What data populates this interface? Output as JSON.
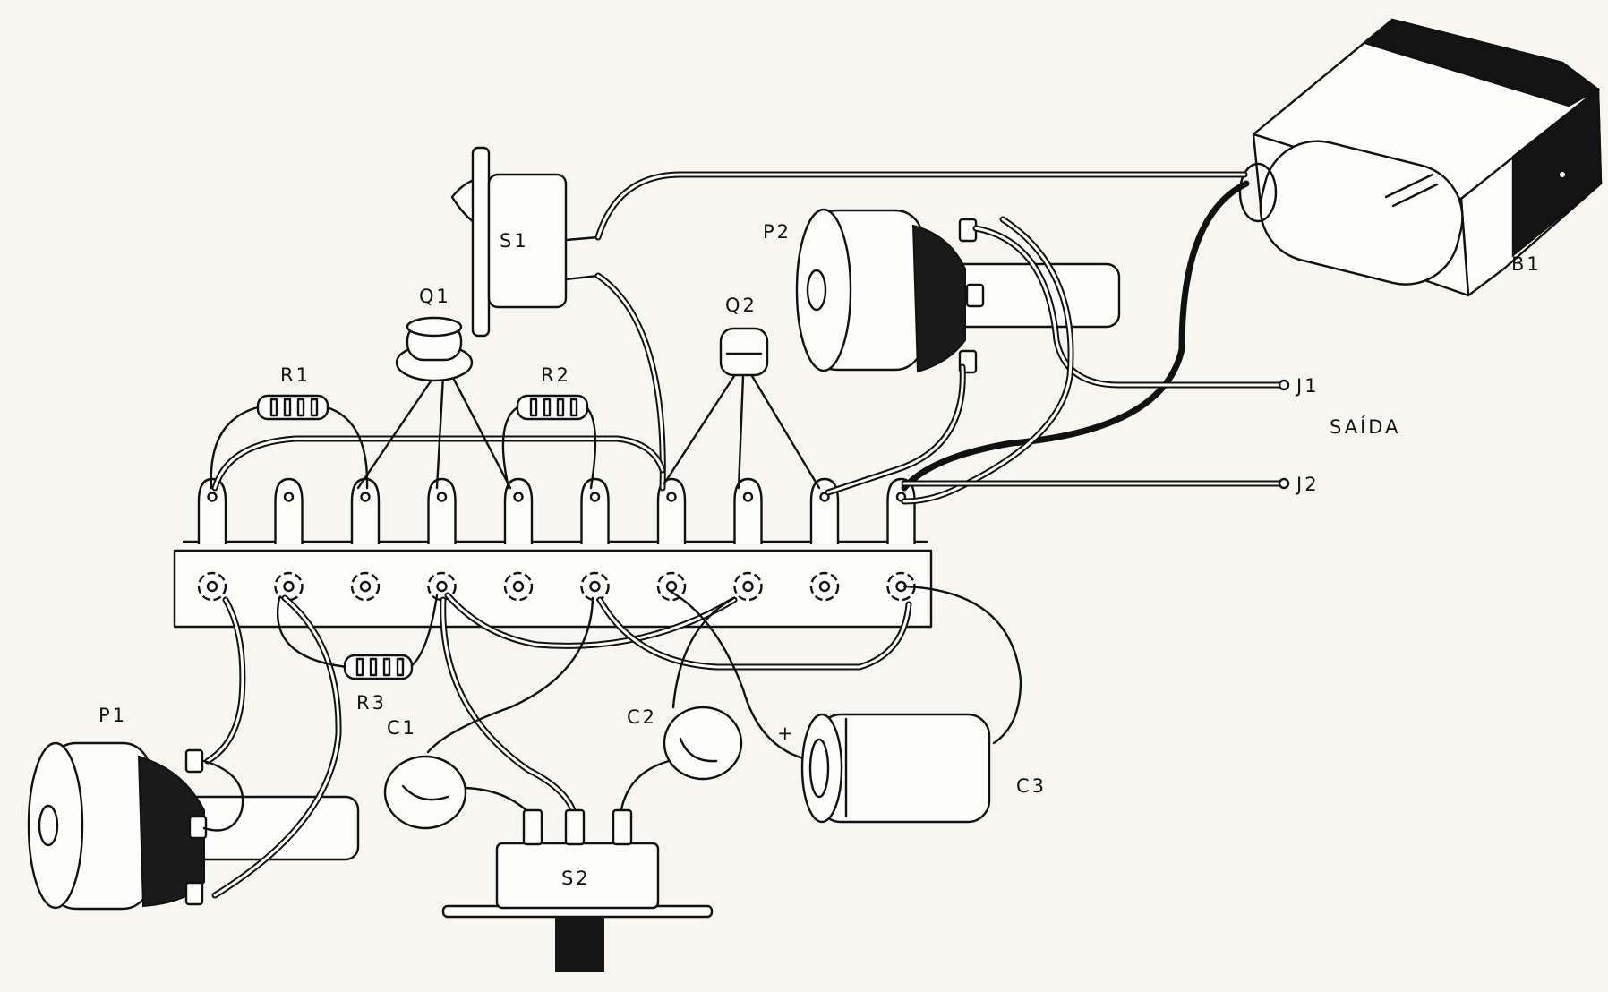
{
  "labels": {
    "s1": "S1",
    "s2": "S2",
    "q1": "Q1",
    "q2": "Q2",
    "r1": "R1",
    "r2": "R2",
    "r3": "R3",
    "p1": "P1",
    "p2": "P2",
    "c1": "C1",
    "c2": "C2",
    "c3": "C3",
    "b1": "B1",
    "j1": "J1",
    "j2": "J2",
    "saida": "SAÍDA",
    "plus": "+"
  },
  "colors": {
    "ink": "#111111",
    "paper": "#f7f6f1",
    "battery_cap": "#141414"
  },
  "terminal_strip": {
    "lug_count": 10
  }
}
